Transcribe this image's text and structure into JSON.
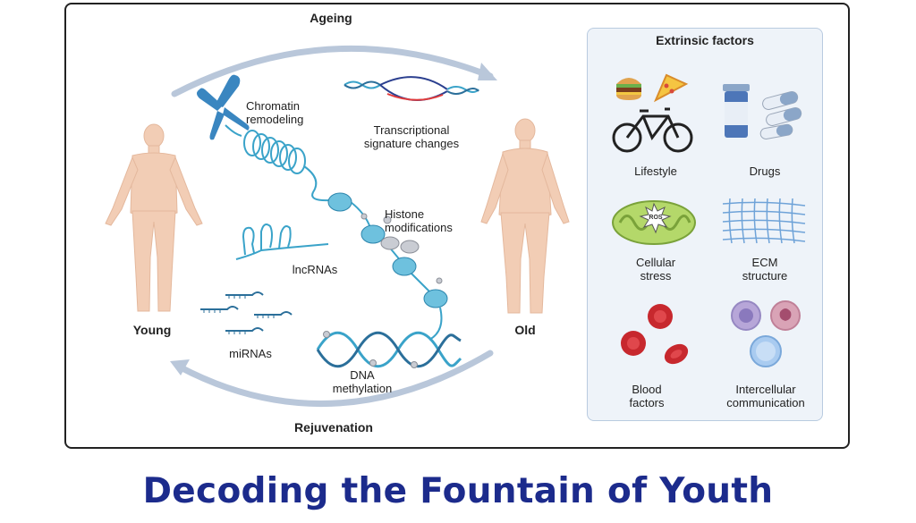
{
  "diagram": {
    "top_arc_label": "Ageing",
    "bottom_arc_label": "Rejuvenation",
    "young_label": "Young",
    "old_label": "Old",
    "mechanisms": {
      "chromatin": "Chromatin\nremodeling",
      "transcriptional": "Transcriptional\nsignature changes",
      "histone": "Histone\nmodifications",
      "lncrnas": "lncRNAs",
      "mirnas": "miRNAs",
      "dna_methylation": "DNA\nmethylation",
      "ros": "ROS"
    },
    "extrinsic": {
      "title": "Extrinsic factors",
      "items": [
        {
          "label": "Lifestyle",
          "icon": "lifestyle-icon"
        },
        {
          "label": "Drugs",
          "icon": "pills-icon"
        },
        {
          "label": "Cellular\nstress",
          "icon": "mitochondrion-icon"
        },
        {
          "label": "ECM\nstructure",
          "icon": "ecm-mesh-icon"
        },
        {
          "label": "Blood\nfactors",
          "icon": "red-blood-cells-icon"
        },
        {
          "label": "Intercellular\ncommunication",
          "icon": "cells-icon"
        }
      ]
    }
  },
  "headline": "Decoding the Fountain of Youth",
  "colors": {
    "headline": "#1c2b8c",
    "arc": "#b9c7da",
    "dna": "#3aa3c9",
    "body": "#f2cdb5"
  }
}
